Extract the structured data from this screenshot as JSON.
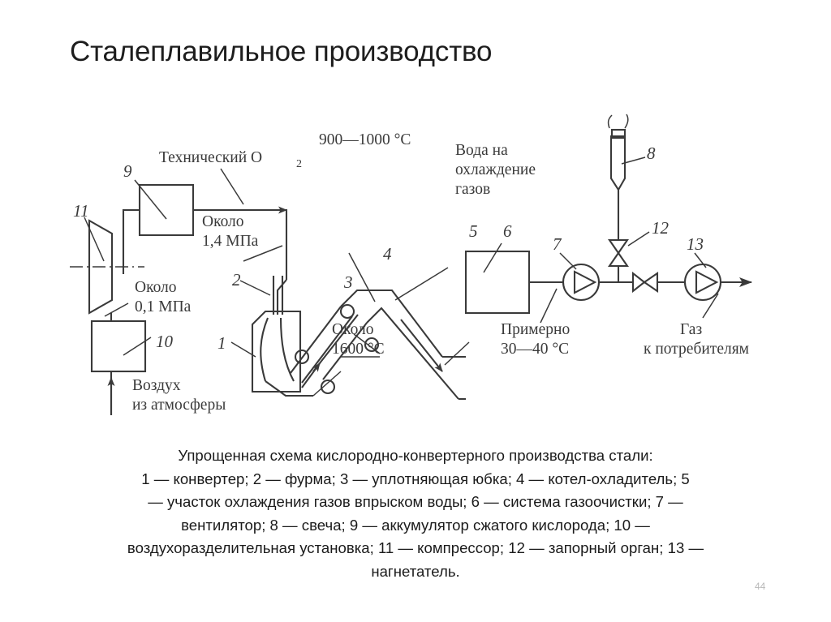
{
  "title": "Сталеплавильное производство",
  "page_number": "44",
  "colors": {
    "line": "#3a3a3a",
    "text": "#1d1d1d",
    "caption_text": "#1b1b1b",
    "page_number": "#b9b9b9",
    "background": "#ffffff"
  },
  "diagram": {
    "annotations": {
      "tech_o2": "Технический О",
      "tech_o2_sub": "2",
      "pressure_1_4": {
        "line1": "Около",
        "line2": "1,4 МПа"
      },
      "pressure_0_1": {
        "line1": "Около",
        "line2": "0,1 МПа"
      },
      "temp_900_1000": "900—1000 °C",
      "temp_1600": {
        "line1": "Около",
        "line2": "1600 °C"
      },
      "temp_30_40": {
        "line1": "Примерно",
        "line2": "30—40 °C"
      },
      "water_cooling": {
        "line1": "Вода на",
        "line2": "охлаждение",
        "line3": "газов"
      },
      "air_atmosphere": {
        "line1": "Воздух",
        "line2": "из атмосферы"
      },
      "gas_to_consumers": {
        "line1": "Газ",
        "line2": "к потребителям"
      }
    },
    "item_numbers": {
      "n1": "1",
      "n2": "2",
      "n3": "3",
      "n4": "4",
      "n5": "5",
      "n6": "6",
      "n7": "7",
      "n8": "8",
      "n9": "9",
      "n10": "10",
      "n11": "11",
      "n12": "12",
      "n13": "13"
    }
  },
  "caption": {
    "line1": "Упрощенная схема кислородно-конвертерного производства стали:",
    "line2": "1 — конвертер; 2 — фурма; 3 — уплотняющая юбка; 4 — котел-охладитель; 5",
    "line3": "— участок охлаждения газов впрыском воды; 6 — система газоочистки; 7 —",
    "line4": "вентилятор; 8 — свеча; 9 — аккумулятор сжатого кислорода; 10 —",
    "line5": "воздухоразделительная установка;  11  — компрессор; 12 — запорный орган; 13  —",
    "line6": "нагнетатель."
  },
  "legend_items": [
    {
      "number": "1",
      "name": "конвертер"
    },
    {
      "number": "2",
      "name": "фурма"
    },
    {
      "number": "3",
      "name": "уплотняющая юбка"
    },
    {
      "number": "4",
      "name": "котел-охладитель"
    },
    {
      "number": "5",
      "name": "участок охлаждения газов впрыском воды"
    },
    {
      "number": "6",
      "name": "система газоочистки"
    },
    {
      "number": "7",
      "name": "вентилятор"
    },
    {
      "number": "8",
      "name": "свеча"
    },
    {
      "number": "9",
      "name": "аккумулятор сжатого кислорода"
    },
    {
      "number": "10",
      "name": "воздухоразделительная установка"
    },
    {
      "number": "11",
      "name": "компрессор"
    },
    {
      "number": "12",
      "name": "запорный орган"
    },
    {
      "number": "13",
      "name": "нагнетатель"
    }
  ]
}
